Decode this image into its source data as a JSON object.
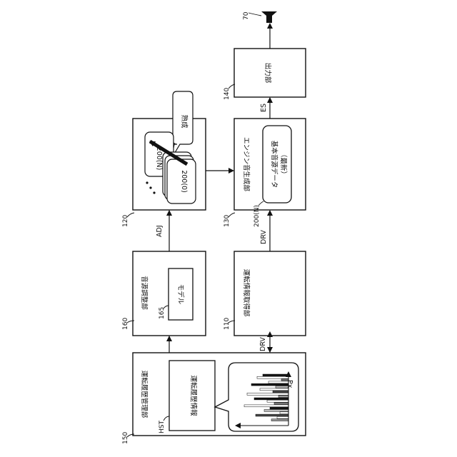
{
  "blocks": {
    "history": {
      "ref": "150",
      "label": "運転履歴管理部"
    },
    "history_info": {
      "ref": "HST",
      "label": "運転履歴情報"
    },
    "chart": {
      "axis_label": "Px"
    },
    "tone_adjust": {
      "ref": "160",
      "label": "音源調整部"
    },
    "model": {
      "ref": "165",
      "label": "モデル"
    },
    "source_mgr": {
      "ref": "120"
    },
    "maturity": {
      "label": "熟成"
    },
    "source_card_n": {
      "label": "200(N)"
    },
    "source_card_0": {
      "label": "200(0)"
    },
    "drive_info": {
      "ref": "110",
      "label": "運転情報取得部"
    },
    "engine_gen": {
      "ref": "130",
      "label": "エンジン音生成部"
    },
    "base_data": {
      "ref": "200(N)",
      "label_line1": "基本音源データ",
      "label_line2": "（最新）"
    },
    "output": {
      "ref": "140",
      "label": "出力部"
    },
    "speaker": {
      "ref": "70"
    }
  },
  "signals": {
    "adj": "ADJ",
    "drv_bottom": "DRV",
    "drv_right": "DRV",
    "es": "ES"
  }
}
